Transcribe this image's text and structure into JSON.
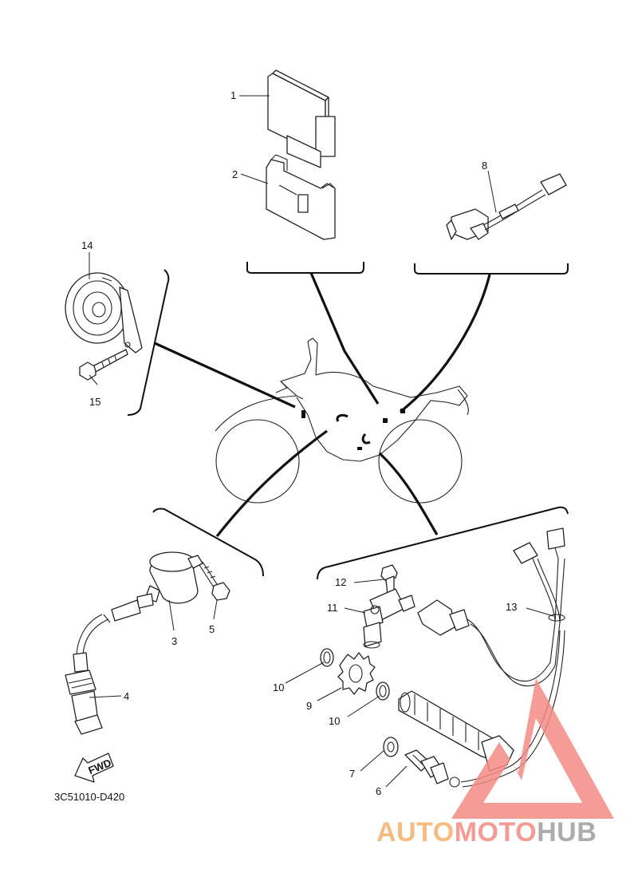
{
  "diagram": {
    "drawing_code": "3C51010-D420",
    "fwd_label": "FWD",
    "callouts": [
      {
        "id": "c1",
        "text": "1"
      },
      {
        "id": "c2",
        "text": "2"
      },
      {
        "id": "c3",
        "text": "3"
      },
      {
        "id": "c4",
        "text": "4"
      },
      {
        "id": "c5",
        "text": "5"
      },
      {
        "id": "c6",
        "text": "6"
      },
      {
        "id": "c7",
        "text": "7"
      },
      {
        "id": "c8",
        "text": "8"
      },
      {
        "id": "c9",
        "text": "9"
      },
      {
        "id": "c10a",
        "text": "10"
      },
      {
        "id": "c10b",
        "text": "10"
      },
      {
        "id": "c11",
        "text": "11"
      },
      {
        "id": "c12",
        "text": "12"
      },
      {
        "id": "c13",
        "text": "13"
      },
      {
        "id": "c14",
        "text": "14"
      },
      {
        "id": "c15",
        "text": "15"
      }
    ]
  },
  "watermark": {
    "part1": "AUTO",
    "part2": "MOTO",
    "part3": "HUB",
    "color_part1": "#f5b06a",
    "color_part2": "#f28b82",
    "color_part3": "#9e9e9e",
    "triangle_color": "#f28b82"
  }
}
